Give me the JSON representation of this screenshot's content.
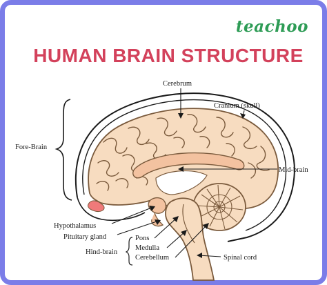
{
  "brand": "teachoo",
  "title": "HUMAN BRAIN STRUCTURE",
  "labels": {
    "cerebrum": "Cerebrum",
    "cranium": "Cranium (skull)",
    "fore_brain": "Fore-Brain",
    "mid_brain": "Mid-brain",
    "hypothalamus": "Hypothalamus",
    "pituitary": "Pituitary gland",
    "hind_brain": "Hind-brain",
    "pons": "Pons",
    "medulla": "Medulla",
    "cerebellum": "Cerebellum",
    "spinal_cord": "Spinal cord"
  },
  "colors": {
    "frame": "#7b7de8",
    "brand": "#2e9c56",
    "title": "#d3415b",
    "brain_fill": "#f7dcc0",
    "brain_stroke": "#7a5a3c",
    "ventricle": "#f3c2a0",
    "pink": "#f07a7a"
  }
}
